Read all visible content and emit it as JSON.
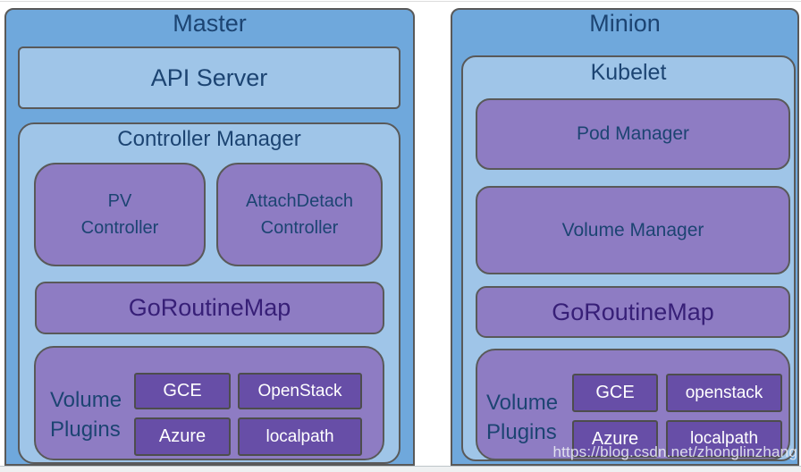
{
  "master": {
    "title": "Master",
    "api_server_label": "API Server",
    "controller_manager": {
      "title": "Controller Manager",
      "pv_controller_label": "PV\nController",
      "attachdetach_controller_label": "AttachDetach\nController",
      "goroutinemap_label": "GoRoutineMap",
      "volume_plugins": {
        "label": "Volume\nPlugins",
        "items": [
          "GCE",
          "OpenStack",
          "Azure",
          "localpath"
        ]
      }
    }
  },
  "minion": {
    "title": "Minion",
    "kubelet": {
      "title": "Kubelet",
      "pod_manager_label": "Pod Manager",
      "volume_manager_label": "Volume Manager",
      "goroutinemap_label": "GoRoutineMap",
      "volume_plugins": {
        "label": "Volume\nPlugins",
        "items": [
          "GCE",
          "openstack",
          "Azure",
          "localpath"
        ]
      }
    }
  },
  "page": {
    "watermark": "https://blog.csdn.net/zhonglinzhang"
  },
  "colors": {
    "node_fill": "#6fa8dc",
    "panel_fill": "#9fc5e8",
    "component_fill": "#8e7cc3",
    "plugin_chip_fill": "#674ea7",
    "border": "#595959",
    "heading_text": "#1c4472",
    "goroutinemap_text": "#371f77",
    "plugin_text": "#ffffff"
  }
}
